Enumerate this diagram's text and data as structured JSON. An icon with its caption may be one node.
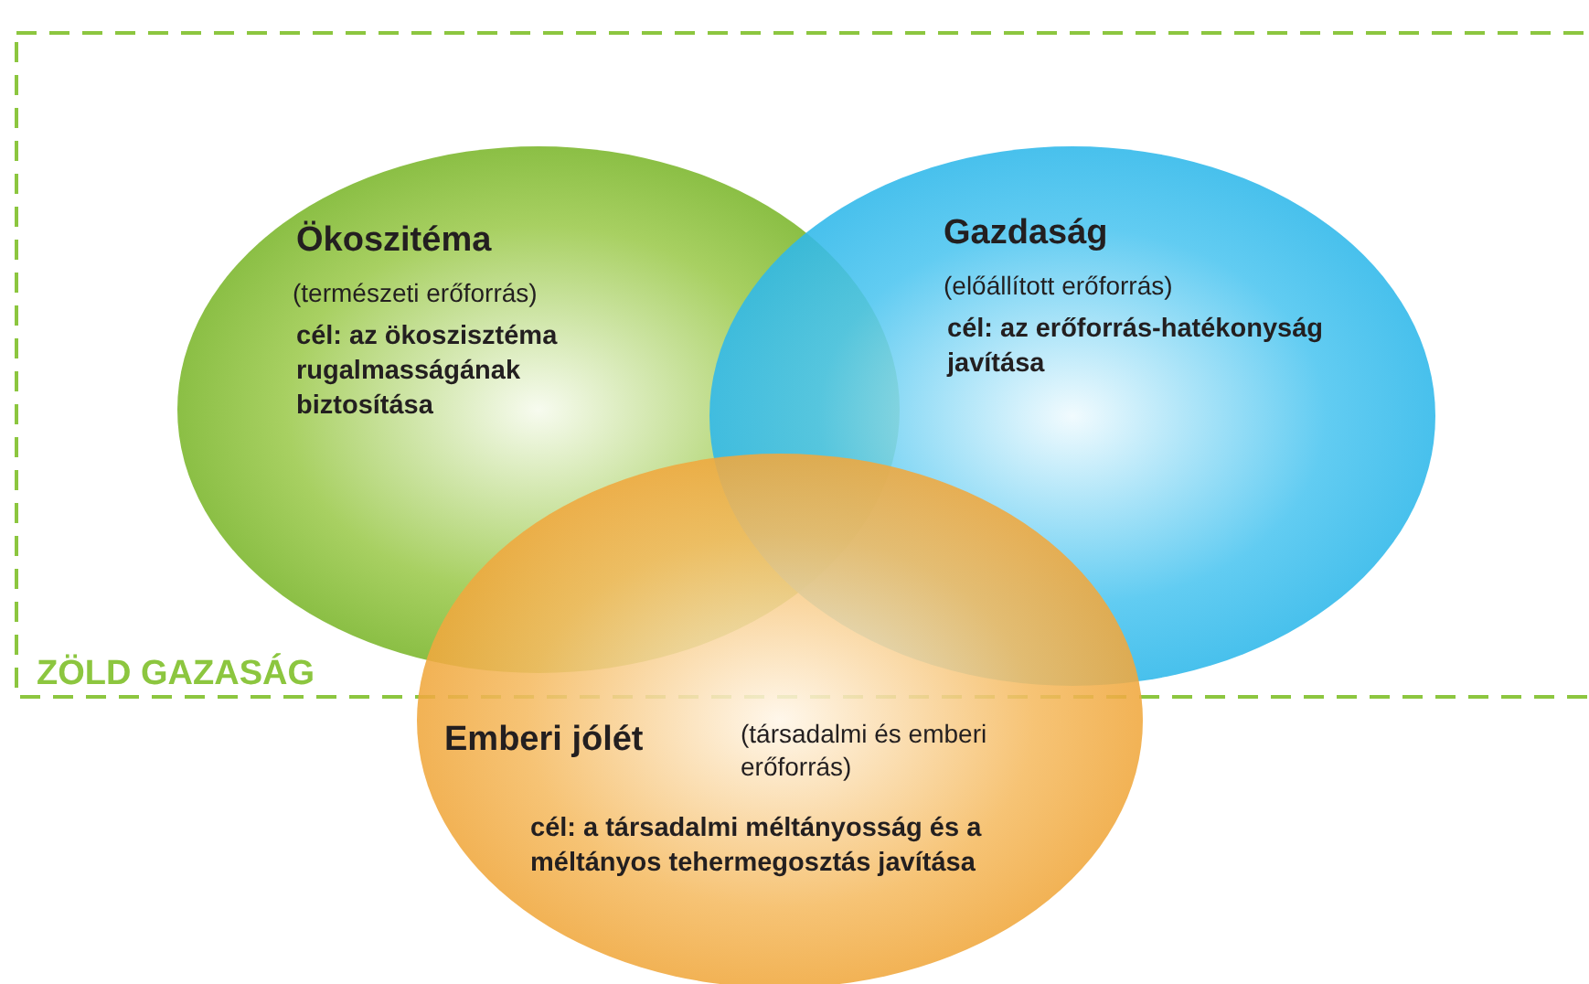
{
  "diagram": {
    "nodes": [
      {
        "text": [
          "ZÖLD GAZASÁG"
        ]
      },
      {
        "text": [
          "Ökoszitéma",
          "(természeti erőforrás)",
          "cél: az ökoszisztéma rugalmasságának biztosítása"
        ],
        "in": 0
      },
      {
        "text": [
          "Gazdaság",
          "(előállított erőforrás)",
          "cél: az erőforrás-hatékonyság javítása"
        ],
        "in": 0
      },
      {
        "text": [
          "Emberi jólét",
          "(társadalmi és emberi erőforrás)",
          "cél: a társadalmi méltányosság és a méltányos tehermegosztás javítása"
        ]
      }
    ],
    "edges": []
  }
}
